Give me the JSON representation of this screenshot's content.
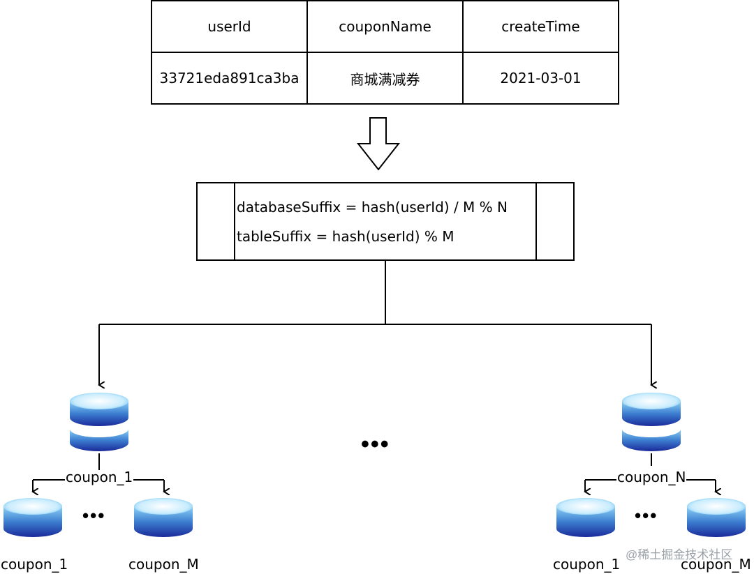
{
  "table": {
    "headers": [
      "userId",
      "couponName",
      "createTime"
    ],
    "row": [
      "33721eda891ca3ba",
      "商城满减券",
      "2021-03-01"
    ]
  },
  "formula": {
    "line1": "databaseSuffix = hash(userId) / M % N",
    "line2": "tableSuffix = hash(userId) % M"
  },
  "databases": [
    {
      "name": "coupon_1",
      "tables": [
        "coupon_1",
        "coupon_M"
      ]
    },
    {
      "name": "coupon_N",
      "tables": [
        "coupon_1",
        "coupon_M"
      ]
    }
  ],
  "ellipsis": "•••",
  "watermark": "@稀土掘金技术社区",
  "colors": {
    "db_top": "#9ad8f8",
    "db_mid": "#3a78c8",
    "db_bottom": "#1b2e9e",
    "line": "#000000"
  }
}
